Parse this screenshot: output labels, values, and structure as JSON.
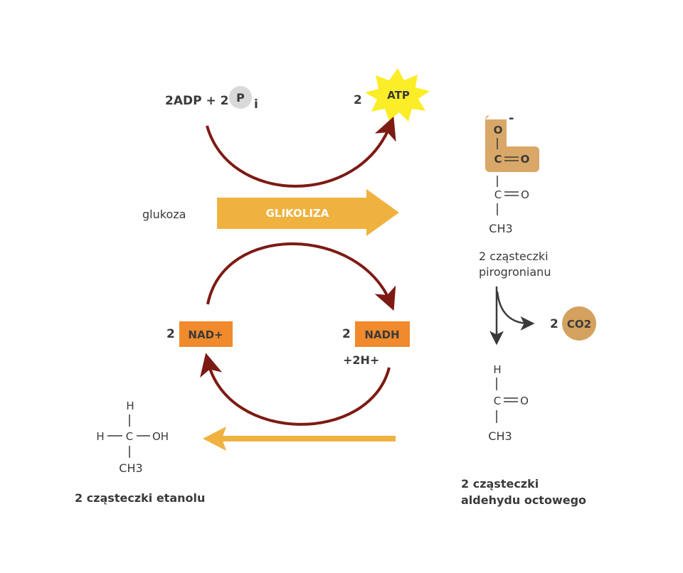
{
  "glycolysis": {
    "input_label": "glukoza",
    "arrow_label": "GLIKOLIZA"
  },
  "atp_step": {
    "substrate": "2ADP + 2",
    "phosphate_symbol": "P",
    "phosphate_subscript": "i",
    "product_coefficient": "2",
    "product_label": "ATP"
  },
  "nad_cycle": {
    "nad_coefficient": "2",
    "nad_label": "NAD+",
    "nadh_coefficient": "2",
    "nadh_label": "NADH",
    "proton_label": "+2H+"
  },
  "pyruvate": {
    "charge": "-",
    "atom_o_top": "O",
    "atom_c1": "C",
    "atom_o_carboxyl": "O",
    "atom_c2": "C",
    "atom_o_keto": "O",
    "methyl": "CH3",
    "caption_line1": "2 cząsteczki",
    "caption_line2": "pirogronianu"
  },
  "decarboxylation": {
    "co2_coefficient": "2",
    "co2_label": "CO2"
  },
  "acetaldehyde": {
    "atom_h": "H",
    "atom_c": "C",
    "atom_o": "O",
    "methyl": "CH3",
    "caption_line1": "2 cząsteczki",
    "caption_line2": "aldehydu octowego"
  },
  "ethanol": {
    "atom_h_top": "H",
    "atom_h_left": "H",
    "atom_c": "C",
    "group_oh": "OH",
    "methyl": "CH3",
    "caption": "2 cząsteczki etanolu"
  },
  "colors": {
    "cycle_arrow": "#7d1a14",
    "glycolysis_arrow": "#f0b23f",
    "nad_box": "#f08a2c",
    "atp_star": "#fbed27",
    "co2_circle": "#d4a25e",
    "carboxyl_highlight": "#d9a868",
    "phosphate_circle": "#d9d9d9",
    "text": "#3a3a3a"
  }
}
